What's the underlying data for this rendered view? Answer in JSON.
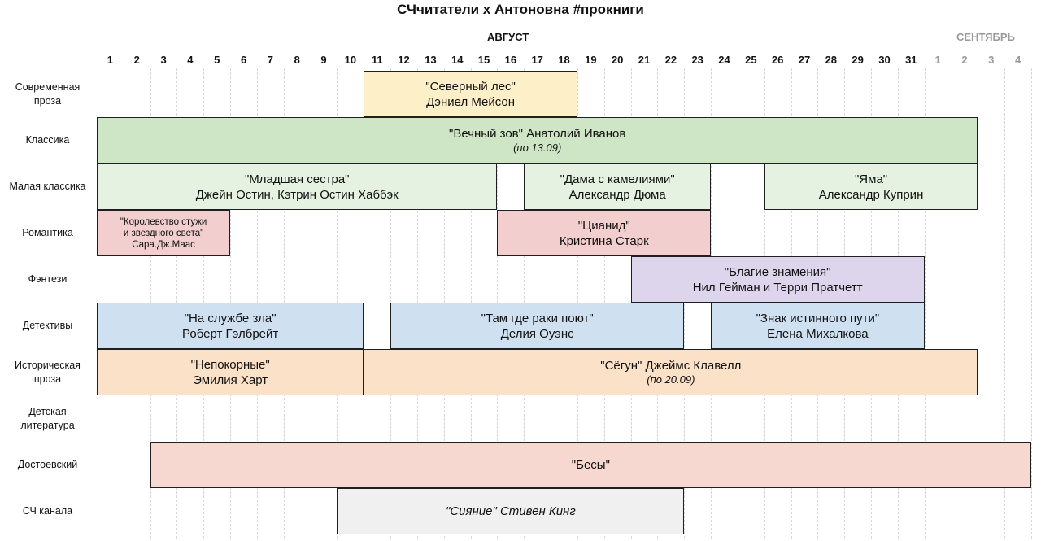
{
  "title": "СЧчитатели х Антоновна #прокниги",
  "months": {
    "august": "АВГУСТ",
    "september": "СЕНТЯБРЬ"
  },
  "days": [
    {
      "label": "1"
    },
    {
      "label": "2"
    },
    {
      "label": "3"
    },
    {
      "label": "4"
    },
    {
      "label": "5"
    },
    {
      "label": "6"
    },
    {
      "label": "7"
    },
    {
      "label": "8"
    },
    {
      "label": "9"
    },
    {
      "label": "10"
    },
    {
      "label": "11"
    },
    {
      "label": "12"
    },
    {
      "label": "13"
    },
    {
      "label": "14"
    },
    {
      "label": "15"
    },
    {
      "label": "16"
    },
    {
      "label": "17"
    },
    {
      "label": "18"
    },
    {
      "label": "19"
    },
    {
      "label": "20"
    },
    {
      "label": "21"
    },
    {
      "label": "22"
    },
    {
      "label": "23"
    },
    {
      "label": "24"
    },
    {
      "label": "25"
    },
    {
      "label": "26"
    },
    {
      "label": "27"
    },
    {
      "label": "28"
    },
    {
      "label": "29"
    },
    {
      "label": "30"
    },
    {
      "label": "31"
    },
    {
      "label": "1",
      "next_month": true
    },
    {
      "label": "2",
      "next_month": true
    },
    {
      "label": "3",
      "next_month": true
    },
    {
      "label": "4",
      "next_month": true
    }
  ],
  "rows": [
    {
      "label": "Современная\nпроза"
    },
    {
      "label": "Классика"
    },
    {
      "label": "Малая классика"
    },
    {
      "label": "Романтика"
    },
    {
      "label": "Фэнтези"
    },
    {
      "label": "Детективы"
    },
    {
      "label": "Историческая\nпроза"
    },
    {
      "label": "Детская\nлитература"
    },
    {
      "label": "Достоевский"
    },
    {
      "label": "СЧ канала"
    }
  ],
  "colors": {
    "modern": "#fdf0c8",
    "classic": "#cfe6c6",
    "small_classic": "#e6f2e1",
    "romance": "#f2cece",
    "fantasy": "#ddd5ec",
    "detective": "#cfe0f1",
    "historical": "#fbe1c7",
    "dostoevsky": "#f6d8d0",
    "channel": "#f0f0f0"
  },
  "books": [
    {
      "row": 0,
      "start": 11,
      "end": 18,
      "line1": "\"Северный лес\"",
      "line2": "Дэниел Мейсон",
      "color": "modern"
    },
    {
      "row": 1,
      "start": 1,
      "end": 33,
      "line1": "\"Вечный зов\" Анатолий Иванов",
      "line2": "(по 13.09)",
      "note": true,
      "color": "classic"
    },
    {
      "row": 2,
      "start": 1,
      "end": 15,
      "line1": "\"Младшая сестра\"",
      "line2": "Джейн Остин, Кэтрин Остин Хаббэк",
      "color": "small_classic"
    },
    {
      "row": 2,
      "start": 17,
      "end": 23,
      "line1": "\"Дама с камелиями\"",
      "line2": "Александр Дюма",
      "color": "small_classic"
    },
    {
      "row": 2,
      "start": 26,
      "end": 33,
      "line1": "\"Яма\"",
      "line2": "Александр Куприн",
      "color": "small_classic"
    },
    {
      "row": 3,
      "start": 1,
      "end": 5,
      "line1": "\"Королевство стужи",
      "line2": "и звездного света\"",
      "line3": "Сара.Дж.Маас",
      "small": true,
      "color": "romance"
    },
    {
      "row": 3,
      "start": 16,
      "end": 23,
      "line1": "\"Цианид\"",
      "line2": "Кристина Старк",
      "color": "romance"
    },
    {
      "row": 4,
      "start": 21,
      "end": 31,
      "line1": "\"Благие знамения\"",
      "line2": "Нил Гейман и Терри Пратчетт",
      "color": "fantasy"
    },
    {
      "row": 5,
      "start": 1,
      "end": 10,
      "line1": "\"На службе зла\"",
      "line2": "Роберт Гэлбрейт",
      "color": "detective"
    },
    {
      "row": 5,
      "start": 12,
      "end": 22,
      "line1": "\"Там где раки поют\"",
      "line2": "Делия Оуэнс",
      "color": "detective"
    },
    {
      "row": 5,
      "start": 24,
      "end": 31,
      "line1": "\"Знак истинного пути\"",
      "line2": "Елена Михалкова",
      "color": "detective"
    },
    {
      "row": 6,
      "start": 1,
      "end": 10,
      "line1": "\"Непокорные\"",
      "line2": "Эмилия Харт",
      "color": "historical"
    },
    {
      "row": 6,
      "start": 11,
      "end": 33,
      "line1": "\"Сёгун\" Джеймс Клавелл",
      "line2": "(по 20.09)",
      "note": true,
      "color": "historical"
    },
    {
      "row": 8,
      "start": 3,
      "end": 35,
      "line1": "\"Бесы\"",
      "color": "dostoevsky"
    },
    {
      "row": 9,
      "start": 10,
      "end": 22,
      "line1": "\"Сияние\" Стивен Кинг",
      "italic": true,
      "color": "channel"
    }
  ]
}
